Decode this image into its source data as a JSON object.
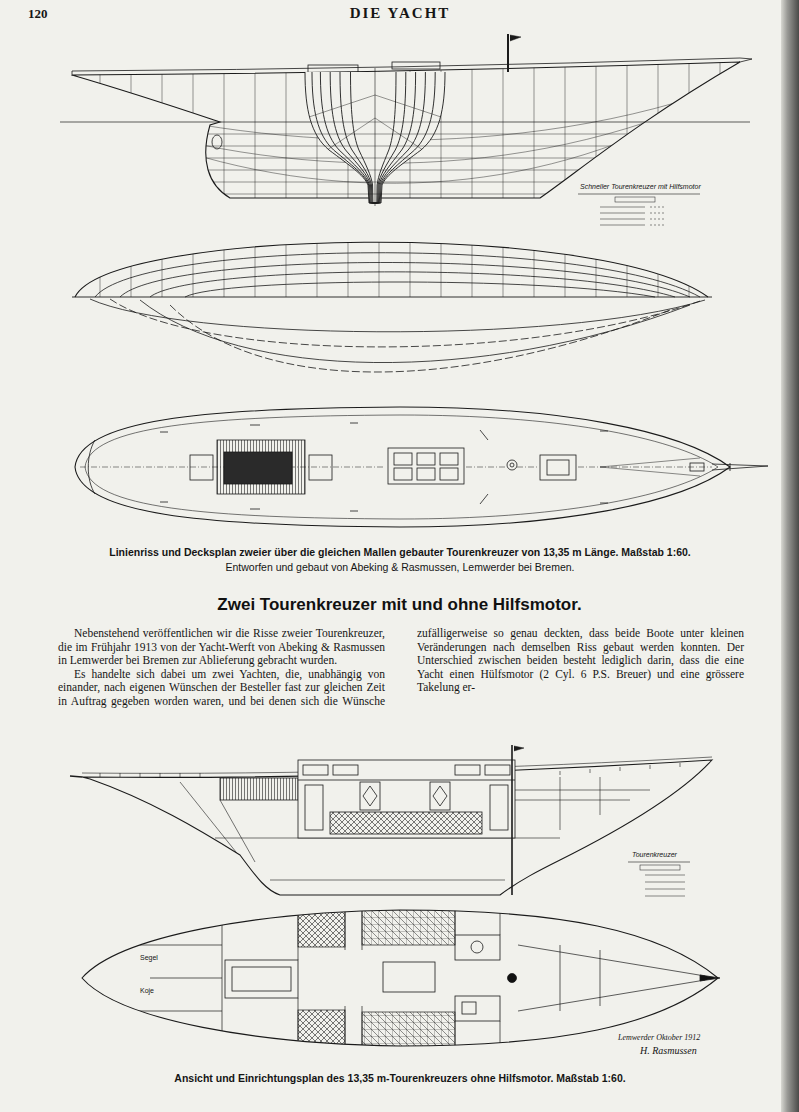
{
  "diagram": {
    "title": "Zwei Tourenkreuzer mit und ohne Hilfsmotor.",
    "caption": "Linienriss und Decksplan zweier über die gleichen Mallen gebauter Tourenkreuzer von 13,35 m Länge. Maßstab 1:60.",
    "labels": [
      "120",
      "DIE YACHT",
      "Schneller Tourenkreuzer mit Hilfsmotor",
      "Entworfen und gebaut von Abeking & Rasmussen, Lemwerder bei Bremen.",
      "Nebenstehend veröffentlichen wir die Risse zweier Tourenkreuzer, die im Frühjahr 1913 von der Yacht-Werft von Abeking & Rasmussen in Lemwerder bei Bremen zur Ablieferung gebracht wurden.",
      "Es handelte sich dabei um zwei Yachten, die, unabhängig von einander, nach eigenen Wünschen der Besteller fast zur gleichen Zeit in Auftrag gegeben worden waren, und bei denen sich die Wünsche zufälligerweise so genau deckten, dass beide Boote unter kleinen Veränderungen nach demselben Riss gebaut werden konnten. Der Unterschied zwischen beiden besteht lediglich darin, dass die eine Yacht einen Hülfsmotor (2 Cyl. 6 P.S. Breuer) und eine grössere Takelung er-",
      "Tourenkreuzer",
      "Segel",
      "Koje",
      "Lemwerder Oktober 1912",
      "H. Rasmussen",
      "Ansicht und Einrichtungsplan des 13,35 m-Tourenkreuzers ohne Hilfsmotor. Maßstab 1:60."
    ]
  }
}
